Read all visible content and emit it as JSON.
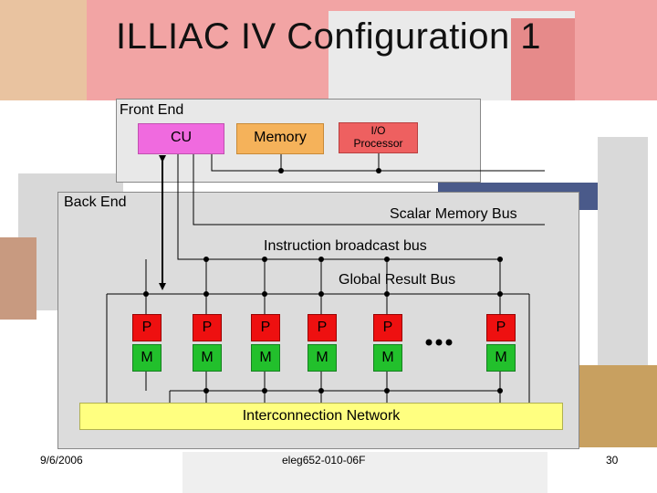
{
  "title": "ILLIAC IV Configuration 1",
  "front_end": {
    "label": "Front End",
    "cu": "CU",
    "memory": "Memory",
    "io_line1": "I/O",
    "io_line2": "Processor"
  },
  "back_end": {
    "label": "Back End",
    "scalar_bus": "Scalar Memory Bus",
    "instruction_bus": "Instruction broadcast bus",
    "result_bus": "Global Result Bus",
    "pe_label": "P",
    "mem_label": "M",
    "network": "Interconnection Network"
  },
  "footer": {
    "date": "9/6/2006",
    "course": "eleg652-010-06F",
    "page": "30"
  },
  "colors": {
    "cu": "#f06adf",
    "memory": "#f5b25a",
    "io": "#ee6060",
    "processor": "#ee1010",
    "pe_memory": "#22c02c",
    "network": "#ffff80"
  }
}
